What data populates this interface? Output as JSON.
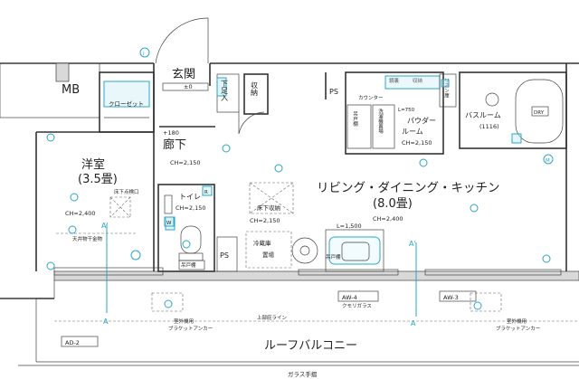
{
  "rooms": {
    "mb": "MB",
    "entrance": "玄関",
    "shoe_box": "下足入",
    "storage": "収納",
    "ps_top": "PS",
    "closet": "クローゼット",
    "hallway": "廊下",
    "hallway_ch": "CH=2,150",
    "hallway_mark": "+180",
    "western_room": "洋室",
    "western_size": "(3.5畳)",
    "western_ch": "CH=2,400",
    "ceiling_hatch": "床下点検口",
    "ceiling_hanger": "天井物干金物",
    "toilet": "トイレ",
    "toilet_ch": "CH=2,150",
    "toilet_shelf": "吊戸棚",
    "ps_bottom": "PS",
    "ldk": "リビング・ダイニング・キッチン",
    "ldk_size": "(8.0畳)",
    "ldk_ch": "CH=2,400",
    "underfloor_storage": "床下収納",
    "ldk_ch2": "CH=2,150",
    "l_1500": "L=1,500",
    "fridge": "冷蔵庫",
    "fridge2": "置場",
    "counter": "カウンター",
    "mirror": "鏡裏",
    "storage2": "収納",
    "l_750": "L=750",
    "washer": "洗濯機置場",
    "hanging_shelf": "吊戸棚",
    "powder_room": "パウダー",
    "powder_room2": "ルーム",
    "powder_ch": "CH=2,150",
    "linen": "リネン庫",
    "bathroom": "バスルーム",
    "bath_size": "(1116)",
    "entrance_mark": "±0",
    "hanging_shelf2": "吊戸棚",
    "ac_left": "室外機用",
    "ac_left2": "ブラケットアンカー",
    "ac_right": "室外機用",
    "ac_right2": "ブラケットアンカー",
    "eave_line": "上部庇ライン",
    "frosted_glass": "クモリガラス",
    "roof_balcony": "ルーフバルコニー",
    "glass_rail": "ガラス手摺",
    "bath_sign": "DRY"
  },
  "tags": {
    "aw4": "AW-4",
    "aw3": "AW-3",
    "ad2": "AD-2",
    "section_a": "A",
    "section_a_prime": "A'",
    "section_a_prime2": "A'",
    "section_a2": "A",
    "symbol_i": "I",
    "symbol_m": "M",
    "symbol_r": "R",
    "symbol_w": "W"
  }
}
